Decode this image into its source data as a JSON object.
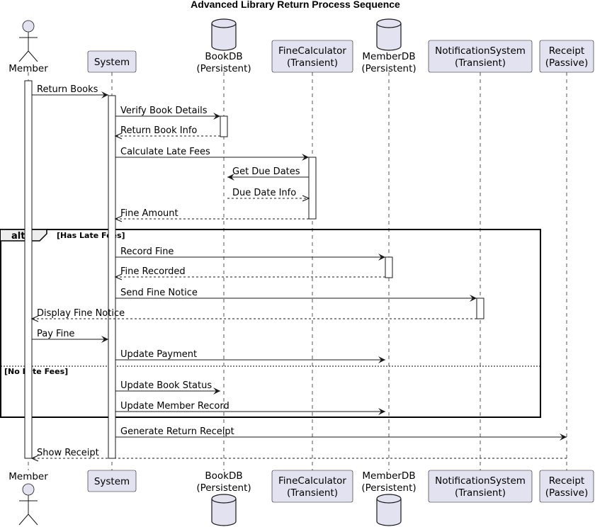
{
  "title": "Advanced Library Return Process Sequence",
  "colors": {
    "participant_fill": "#E2E2F0",
    "line": "#181818"
  },
  "participants": [
    {
      "id": "member",
      "kind": "actor",
      "lines": [
        "Member"
      ]
    },
    {
      "id": "system",
      "kind": "box",
      "lines": [
        "System"
      ]
    },
    {
      "id": "bookdb",
      "kind": "database",
      "lines": [
        "BookDB",
        "(Persistent)"
      ]
    },
    {
      "id": "finecalc",
      "kind": "box",
      "lines": [
        "FineCalculator",
        "(Transient)"
      ]
    },
    {
      "id": "memberdb",
      "kind": "database",
      "lines": [
        "MemberDB",
        "(Persistent)"
      ]
    },
    {
      "id": "notif",
      "kind": "box",
      "lines": [
        "NotificationSystem",
        "(Transient)"
      ]
    },
    {
      "id": "receipt",
      "kind": "box",
      "lines": [
        "Receipt",
        "(Passive)"
      ]
    }
  ],
  "messages": [
    {
      "from": "member",
      "to": "system",
      "label": "Return Books",
      "style": "solid"
    },
    {
      "from": "system",
      "to": "bookdb",
      "label": "Verify Book Details",
      "style": "solid"
    },
    {
      "from": "bookdb",
      "to": "system",
      "label": "Return Book Info",
      "style": "dashed"
    },
    {
      "from": "system",
      "to": "finecalc",
      "label": "Calculate Late Fees",
      "style": "solid"
    },
    {
      "from": "finecalc",
      "to": "bookdb",
      "label": "Get Due Dates",
      "style": "solid"
    },
    {
      "from": "bookdb",
      "to": "finecalc",
      "label": "Due Date Info",
      "style": "dashed"
    },
    {
      "from": "finecalc",
      "to": "system",
      "label": "Fine Amount",
      "style": "dashed"
    },
    {
      "from": "system",
      "to": "memberdb",
      "label": "Record Fine",
      "style": "solid"
    },
    {
      "from": "memberdb",
      "to": "system",
      "label": "Fine Recorded",
      "style": "dashed"
    },
    {
      "from": "system",
      "to": "notif",
      "label": "Send Fine Notice",
      "style": "solid"
    },
    {
      "from": "notif",
      "to": "member",
      "label": "Display Fine Notice",
      "style": "dashed"
    },
    {
      "from": "member",
      "to": "system",
      "label": "Pay Fine",
      "style": "solid"
    },
    {
      "from": "system",
      "to": "memberdb",
      "label": "Update Payment",
      "style": "solid"
    },
    {
      "from": "system",
      "to": "bookdb",
      "label": "Update Book Status",
      "style": "solid"
    },
    {
      "from": "system",
      "to": "memberdb",
      "label": "Update Member Record",
      "style": "solid"
    },
    {
      "from": "system",
      "to": "receipt",
      "label": "Generate Return Receipt",
      "style": "solid"
    },
    {
      "from": "receipt",
      "to": "member",
      "label": "Show Receipt",
      "style": "dashed"
    }
  ],
  "alt_frame": {
    "keyword": "alt",
    "guard": "[Has Late Fees]",
    "else_guard": "[No Late Fees]"
  }
}
